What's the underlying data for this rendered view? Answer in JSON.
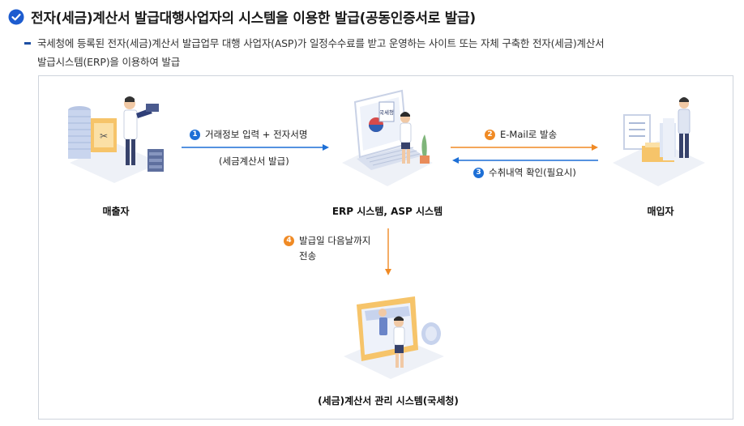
{
  "heading": {
    "title": "전자(세금)계산서 발급대행사업자의 시스템을 이용한 발급(공동인증서로 발급)"
  },
  "description": {
    "line1": "국세청에 등록된 전자(세금)계산서 발급업무 대행 사업자(ASP)가 일정수수료를 받고 운영하는 사이트 또는 자체 구축한 전자(세금)계산서",
    "line2": "발급시스템(ERP)을 이용하여 발급"
  },
  "diagram": {
    "nodes": {
      "seller": "매출자",
      "erp": "ERP 시스템, ASP 시스템",
      "buyer": "매입자",
      "nts": "(세금)계산서 관리 시스템(국세청)"
    },
    "steps": [
      {
        "num": "1",
        "label": "거래정보 입력 + 전자서명",
        "sub": "(세금계산서 발급)",
        "color": "#1d6fd6"
      },
      {
        "num": "2",
        "label": "E-Mail로 발송",
        "color": "#f08a24"
      },
      {
        "num": "3",
        "label": "수취내역 확인(필요시)",
        "color": "#1d6fd6"
      },
      {
        "num": "4",
        "label": "발급일 다음날까지",
        "label2": "전송",
        "color": "#f08a24"
      }
    ],
    "monitor_badge": "국세청"
  }
}
